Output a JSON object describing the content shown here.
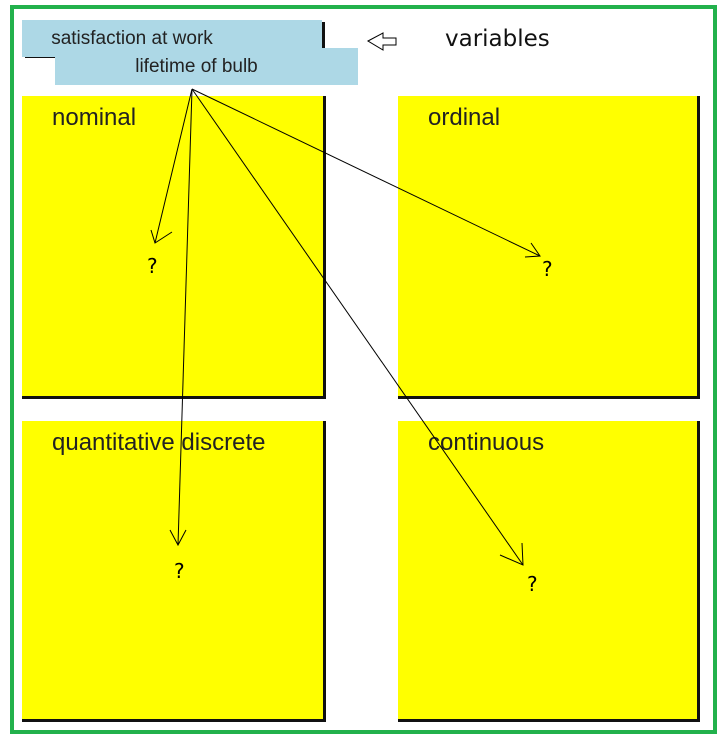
{
  "variables_label": "variables",
  "variable_items": [
    "satisfaction at work",
    "lifetime of bulb"
  ],
  "categories": [
    {
      "label": "nominal",
      "answer": "?"
    },
    {
      "label": "ordinal",
      "answer": "?"
    },
    {
      "label": "quantitative discrete",
      "answer": "?"
    },
    {
      "label": "continuous",
      "answer": "?"
    }
  ],
  "colors": {
    "frame": "#22b14c",
    "variable_box": "#add8e6",
    "category_box": "#ffff00"
  }
}
